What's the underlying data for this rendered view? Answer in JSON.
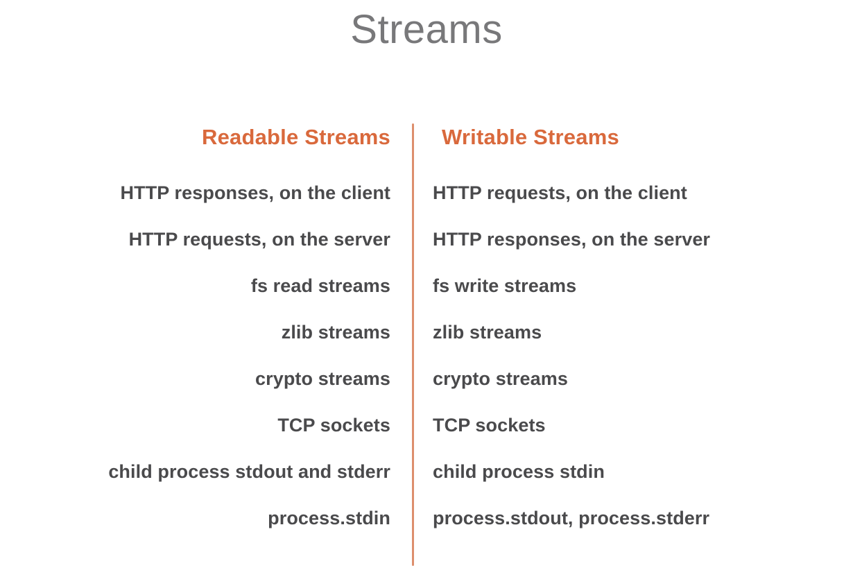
{
  "slide": {
    "title": "Streams",
    "background_color": "#ffffff",
    "title_color": "#78787a",
    "accent_color": "#d9693c",
    "divider_color": "#dd8f6d",
    "body_text_color": "#4a4a4c"
  },
  "columns": {
    "left": {
      "header": "Readable Streams",
      "align": "right",
      "items": [
        "HTTP responses, on the client",
        "HTTP requests, on the server",
        "fs read streams",
        "zlib streams",
        "crypto streams",
        "TCP sockets",
        "child process stdout and stderr",
        "process.stdin"
      ]
    },
    "right": {
      "header": "Writable Streams",
      "align": "left",
      "items": [
        "HTTP requests, on the client",
        "HTTP responses, on the server",
        "fs write streams",
        "zlib streams",
        "crypto streams",
        "TCP sockets",
        "child process stdin",
        "process.stdout, process.stderr"
      ]
    }
  }
}
